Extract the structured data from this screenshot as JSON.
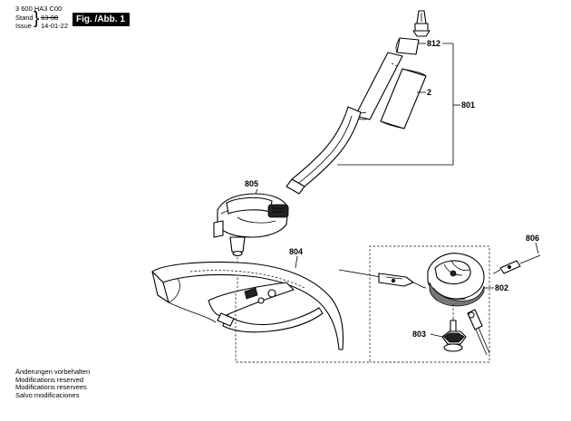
{
  "header": {
    "doc_code": "3 600 HA3 C00",
    "stand_label": "Stand",
    "issue_label": "Issue",
    "stand_date": "13-08",
    "issue_date": "14-01-22",
    "fig_label": "Fig. /Abb. 1"
  },
  "parts": {
    "p812": "812",
    "p2": "2",
    "p801": "801",
    "p805": "805",
    "p804": "804",
    "p806": "806",
    "p802": "802",
    "p803": "803"
  },
  "notes": [
    "Änderungen vorbehalten",
    "Modifications reserved",
    "Modifications reservees",
    "Salvo modificaciones"
  ]
}
